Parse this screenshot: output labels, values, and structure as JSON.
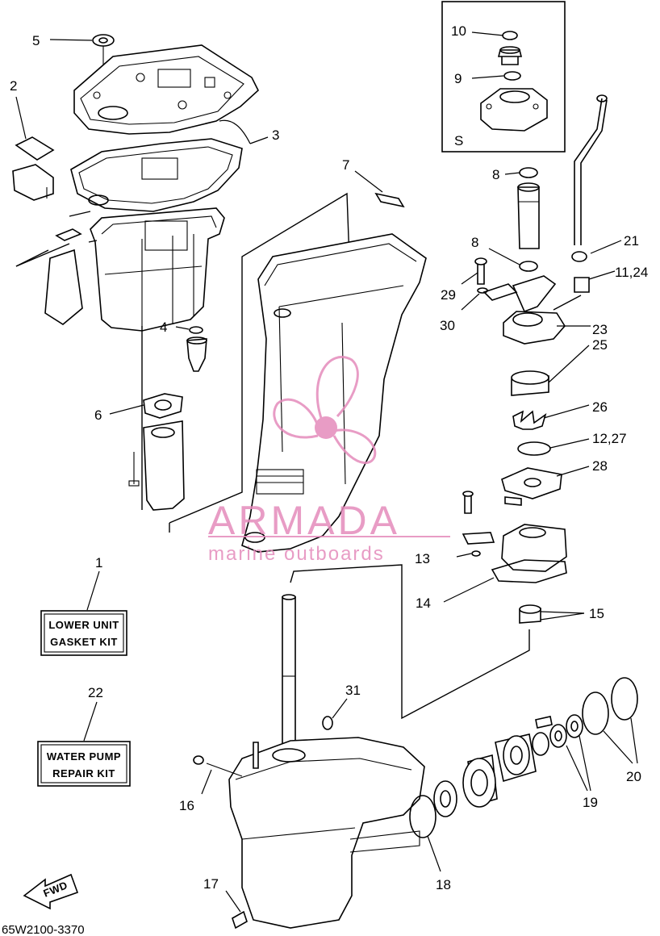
{
  "diagram": {
    "drawing_code": "65W2100-3370",
    "fwd_label": "FWD",
    "kit_boxes": {
      "lower_unit": {
        "ref": "1",
        "line1": "LOWER UNIT",
        "line2": "GASKET KIT"
      },
      "water_pump": {
        "ref": "22",
        "line1": "WATER PUMP",
        "line2": "REPAIR KIT"
      }
    },
    "inset": {
      "label": "S"
    },
    "callouts": {
      "c2": "2",
      "c3": "3",
      "c4": "4",
      "c5": "5",
      "c6": "6",
      "c7": "7",
      "c8a": "8",
      "c8b": "8",
      "c9": "9",
      "c10": "10",
      "c11_24": "11,24",
      "c12_27": "12,27",
      "c13": "13",
      "c14": "14",
      "c15": "15",
      "c16": "16",
      "c17": "17",
      "c18": "18",
      "c19": "19",
      "c20": "20",
      "c21": "21",
      "c23": "23",
      "c25": "25",
      "c26": "26",
      "c28": "28",
      "c29": "29",
      "c30": "30",
      "c31": "31"
    }
  },
  "watermark": {
    "brand": "ARMADA",
    "tagline": "marine outboards",
    "color": "#e48bbb"
  }
}
